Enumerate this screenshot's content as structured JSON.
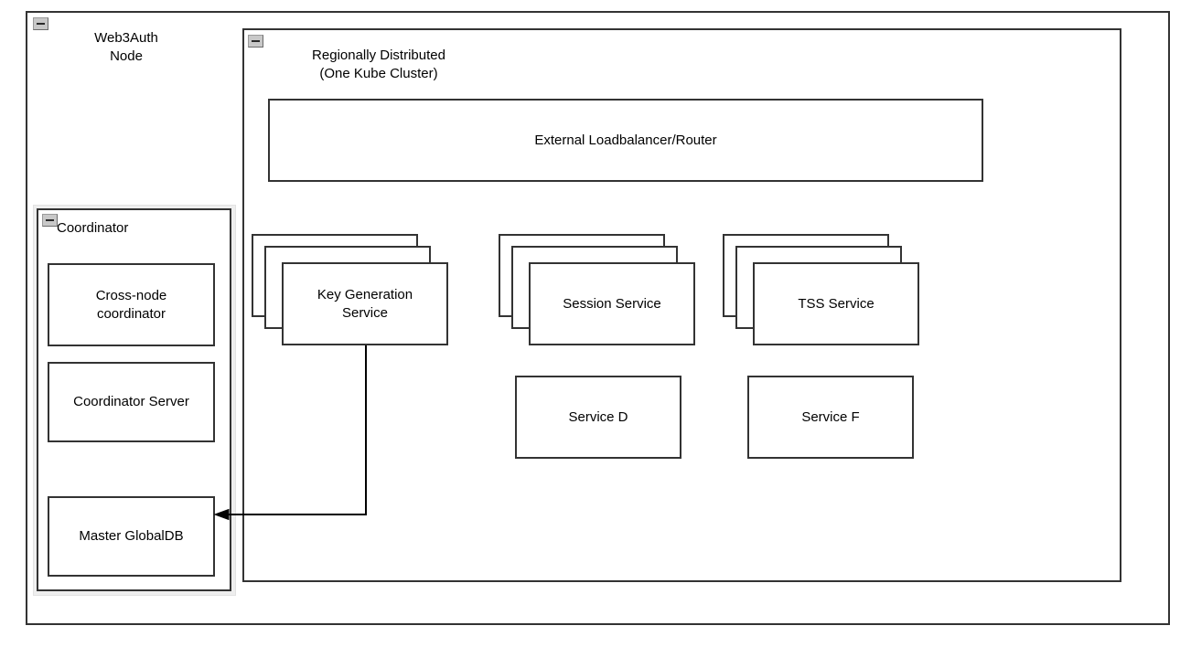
{
  "diagram": {
    "outer_node": {
      "title": "Web3Auth\nNode",
      "collapse_icon": "collapse-minus-icon"
    },
    "cluster": {
      "title": "Regionally Distributed\n(One Kube Cluster)",
      "collapse_icon": "collapse-minus-icon"
    },
    "loadbalancer": {
      "label": "External Loadbalancer/Router"
    },
    "coordinator": {
      "title": "Coordinator",
      "collapse_icon": "collapse-minus-icon",
      "children": [
        {
          "label": "Cross-node\ncoordinator"
        },
        {
          "label": "Coordinator Server"
        },
        {
          "label": "Master GlobalDB"
        }
      ]
    },
    "services": {
      "stacked": [
        {
          "label": "Key Generation\nService",
          "replicas": 3
        },
        {
          "label": "Session Service",
          "replicas": 3
        },
        {
          "label": "TSS Service",
          "replicas": 3
        }
      ],
      "single": [
        {
          "label": "Service D"
        },
        {
          "label": "Service F"
        }
      ]
    },
    "connections": [
      {
        "from": "Key Generation Service",
        "to": "Master GlobalDB",
        "style": "orthogonal-arrow",
        "arrowhead": "end"
      }
    ],
    "colors": {
      "stroke": "#333333",
      "text": "#000000",
      "background": "#ffffff",
      "selection_halo": "#eeeeee",
      "collapse_button": "#c8c8c8"
    }
  }
}
